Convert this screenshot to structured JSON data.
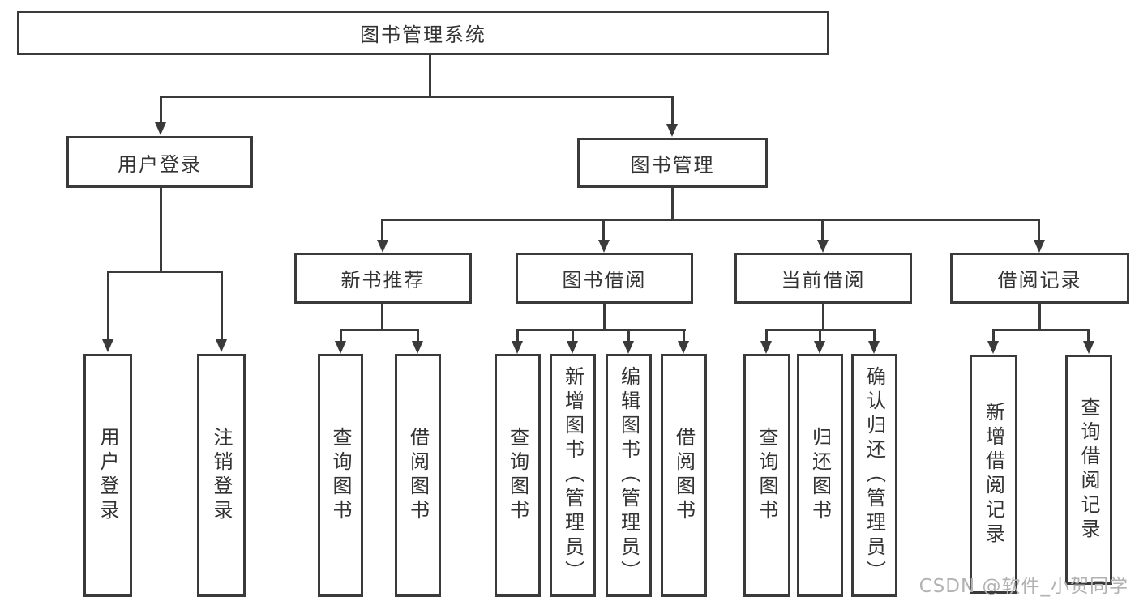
{
  "diagram": {
    "type": "tree",
    "background": "#ffffff",
    "line_color": "#3a3a3a",
    "text_color": "#333333",
    "watermark_color": "#b2b2b2",
    "nodes": {
      "root": "图书管理系统",
      "login": "用户登录",
      "manage": "图书管理",
      "new_book": "新书推荐",
      "borrow": "图书借阅",
      "current": "当前借阅",
      "record": "借阅记录",
      "login_children": [
        "用户登录",
        "注销登录"
      ],
      "new_book_children": [
        "查询图书",
        "借阅图书"
      ],
      "borrow_children": [
        "查询图书",
        "新增图书（管理员）",
        "编辑图书（管理员）",
        "借阅图书"
      ],
      "current_children": [
        "查询图书",
        "归还图书",
        "确认归还（管理员）"
      ],
      "record_children": [
        "新增借阅记录",
        "查询借阅记录"
      ]
    },
    "watermark": "CSDN @软件_小贺同学"
  }
}
